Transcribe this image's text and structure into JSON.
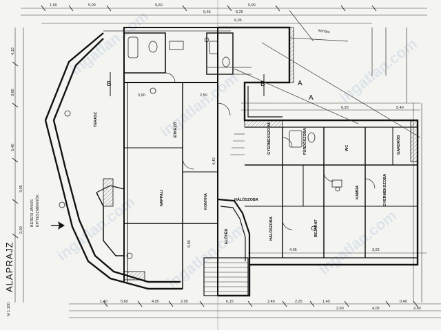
{
  "drawing": {
    "title": "ALAPRAJZ",
    "scale": "M 1:100",
    "architect_name": "BERESI JÁNOS",
    "architect_line2": "ÉPÍTÉSZMÉRNÖK",
    "watermark": "ingatlan.com",
    "section_marks": [
      "B",
      "B",
      "A",
      "A"
    ],
    "label_kerites": "kerítés",
    "rooms": [
      "TERASZ",
      "ÉTKEZŐ",
      "NAPPALI",
      "KONYHA",
      "ELŐTÉR",
      "HÁLÓSZOBA",
      "GYERMEKSZOBA",
      "FÜRDŐSZOBA",
      "WC",
      "GARDRÓB",
      "KAMRA",
      "BEJÁRAT",
      "GYERMEKSZOBA",
      "HÁLÓSZOBA"
    ],
    "dims_top": [
      "1,60",
      "5,00",
      "9,60",
      "5,65",
      "6,05",
      "8,25",
      "0,90"
    ],
    "dims_bottom": [
      "1,40",
      "5,60",
      "4,05",
      "2,05",
      "6,15",
      "2,40",
      "2,25",
      "1,40",
      "2,60",
      "4,05",
      "0,40",
      "2,80"
    ],
    "dims_left": [
      "4,10",
      "3,60",
      "5,40",
      "3,05",
      "2,50"
    ],
    "dims_inner": [
      "6,20",
      "5,40",
      "3,90",
      "2,50",
      "4,05",
      "3,62",
      "4,40",
      "6,80"
    ]
  }
}
